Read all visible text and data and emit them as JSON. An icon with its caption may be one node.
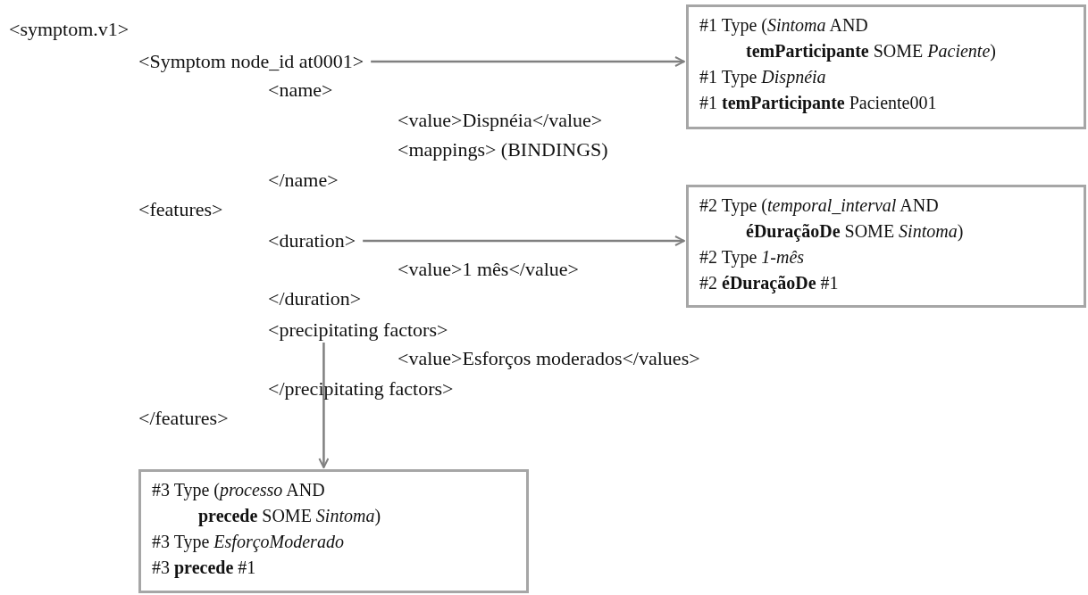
{
  "diagram": {
    "nodes": [
      {
        "text": [
          "<Symptom node_id at0001>"
        ]
      },
      {
        "text": [
          "#1 Type (*Sintoma* AND **temParticipante** SOME *Paciente*)",
          "#1 Type *Dispnéia*",
          "#1 **temParticipante** Paciente001"
        ]
      },
      {
        "text": [
          "<duration>"
        ]
      },
      {
        "text": [
          "#2 Type (*temporal_interval* AND **éDuraçãoDe** SOME *Sintoma*)",
          "#2 Type *1-mês*",
          "#2 **éDuraçãoDe** #1"
        ]
      },
      {
        "text": [
          "<precipitating factors>"
        ]
      },
      {
        "text": [
          "#3 Type (*processo* AND **precede** SOME *Sintoma*)",
          "#3 Type *EsforçoModerado*",
          "#3 **precede** #1"
        ]
      }
    ],
    "edges": [
      {
        "from": 0,
        "to": 1,
        "arrow": "to"
      },
      {
        "from": 2,
        "to": 3,
        "arrow": "to"
      },
      {
        "from": 4,
        "to": 5,
        "arrow": "to"
      }
    ],
    "labels": [
      "<symptom.v1>",
      "<name>",
      "<value>Dispnéia</value>",
      "<mappings> (BINDINGS)",
      "</name>",
      "<features>",
      "<value>1 mês</value>",
      "</duration>",
      "<value>Esforços moderados</values>",
      "</precipitating factors>",
      "</features>"
    ]
  }
}
